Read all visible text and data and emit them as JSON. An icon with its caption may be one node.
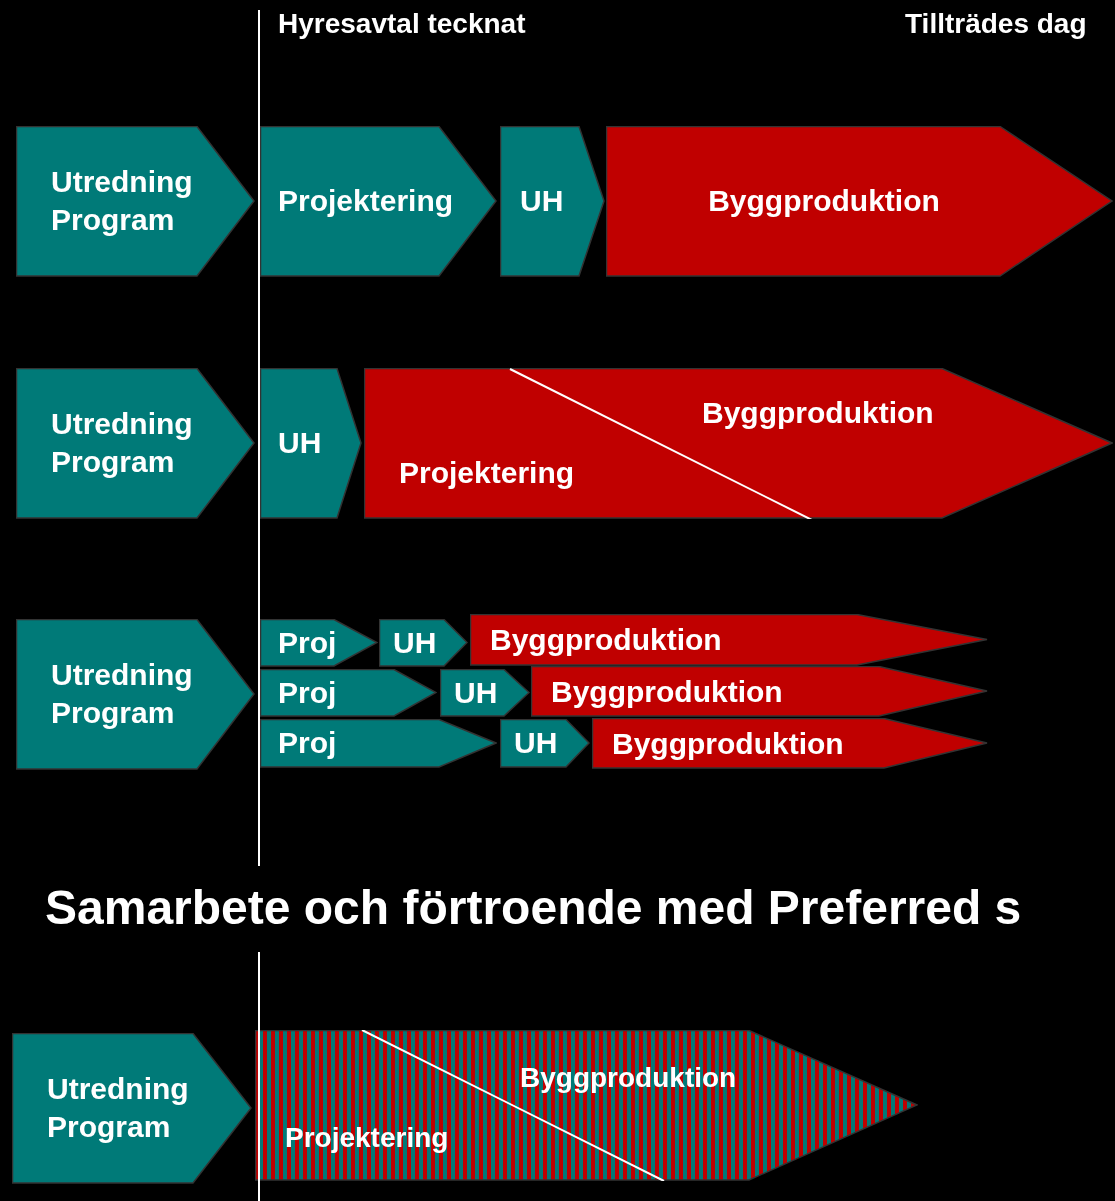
{
  "diagram": {
    "nodes": [
      {
        "text": [
          "Utredning Program"
        ]
      },
      {
        "text": [
          "Projektering"
        ]
      },
      {
        "text": [
          "UH"
        ]
      },
      {
        "text": [
          "Byggproduktion"
        ]
      },
      {
        "text": [
          "Utredning Program"
        ]
      },
      {
        "text": [
          "UH"
        ]
      },
      {
        "text": [
          "Byggproduktion",
          "Projektering"
        ]
      },
      {
        "text": [
          "Utredning Program"
        ]
      },
      {
        "text": [
          "Proj"
        ]
      },
      {
        "text": [
          "UH"
        ]
      },
      {
        "text": [
          "Byggproduktion"
        ]
      },
      {
        "text": [
          "Proj"
        ]
      },
      {
        "text": [
          "UH"
        ]
      },
      {
        "text": [
          "Byggproduktion"
        ]
      },
      {
        "text": [
          "Proj"
        ]
      },
      {
        "text": [
          "UH"
        ]
      },
      {
        "text": [
          "Byggproduktion"
        ]
      },
      {
        "text": [
          "Utredning Program"
        ]
      },
      {
        "text": [
          "Byggproduktion",
          "Projektering"
        ]
      }
    ],
    "labels": [
      "Hyresavtal tecknat",
      "Tillträdes dag",
      "Samarbete och förtroende med Preferred s"
    ]
  }
}
